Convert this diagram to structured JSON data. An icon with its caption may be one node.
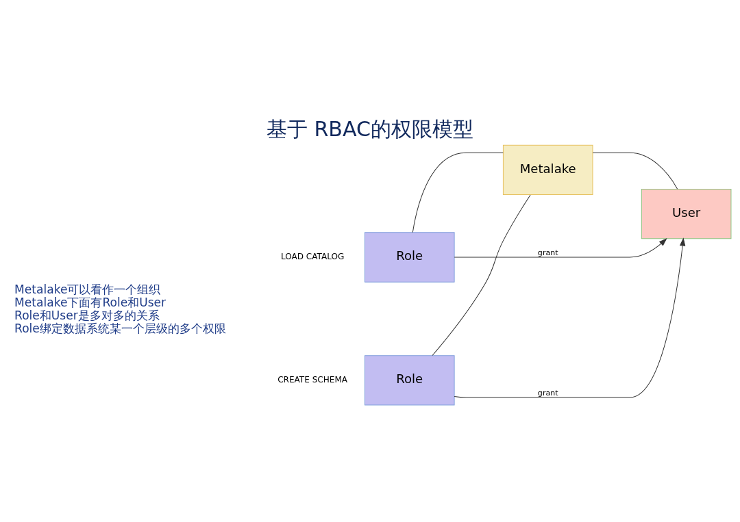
{
  "diagram": {
    "title": "基于 RBAC的权限模型",
    "nodes": [
      {
        "text": [
          "Metalake"
        ]
      },
      {
        "text": [
          "Role"
        ],
        "beside": [
          "LOAD CATALOG"
        ]
      },
      {
        "text": [
          "User"
        ]
      },
      {
        "text": [
          "Role"
        ],
        "beside": [
          "CREATE SCHEMA"
        ]
      }
    ],
    "edges": [
      {
        "from": 0,
        "to": 1,
        "arrow": "none"
      },
      {
        "from": 0,
        "to": 2,
        "arrow": "none"
      },
      {
        "from": 0,
        "to": 3,
        "arrow": "none"
      },
      {
        "from": 1,
        "to": 2,
        "arrow": "to",
        "label": "grant"
      },
      {
        "from": 3,
        "to": 2,
        "arrow": "to",
        "label": "grant"
      }
    ],
    "labels": [
      "Metalake可以看作一个组织",
      "Metalake下面有Role和User",
      "Role和User是多对多的关系",
      "Role绑定数据系统某一个层级的多个权限"
    ]
  }
}
